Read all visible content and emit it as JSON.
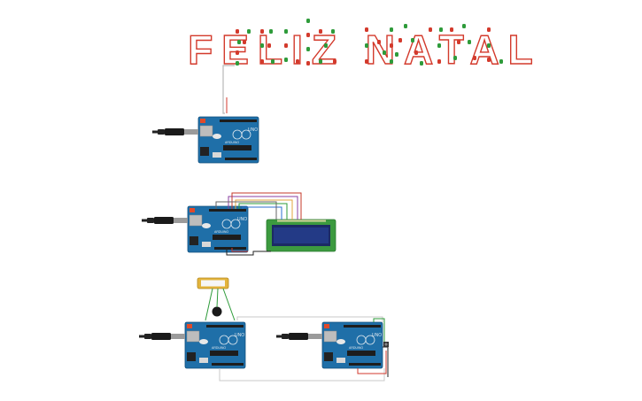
{
  "canvas": {
    "banner_text": "FELIZ NATAL",
    "board_label": "UNO",
    "board_brand": "ARDUINO",
    "colors": {
      "background": "#ffffff",
      "board": "#1f6fa8",
      "board_dark": "#12507d",
      "led_red": "#d33a2c",
      "led_green": "#2e9b3a",
      "lcd_pcb": "#3c9a3f",
      "lcd_screen": "#1b2a63",
      "piezo": "#e3b43c",
      "wire_gray": "#9a9a9a"
    },
    "components": [
      {
        "kind": "led-sign",
        "name": "feliz-natal-led-sign"
      },
      {
        "kind": "arduino-uno",
        "name": "arduino-board-1"
      },
      {
        "kind": "arduino-uno",
        "name": "arduino-board-2"
      },
      {
        "kind": "lcd-16x2",
        "name": "lcd-display"
      },
      {
        "kind": "piezo-buzzer",
        "name": "piezo-buzzer"
      },
      {
        "kind": "arduino-uno",
        "name": "arduino-board-3"
      },
      {
        "kind": "arduino-uno",
        "name": "arduino-board-4"
      }
    ]
  }
}
